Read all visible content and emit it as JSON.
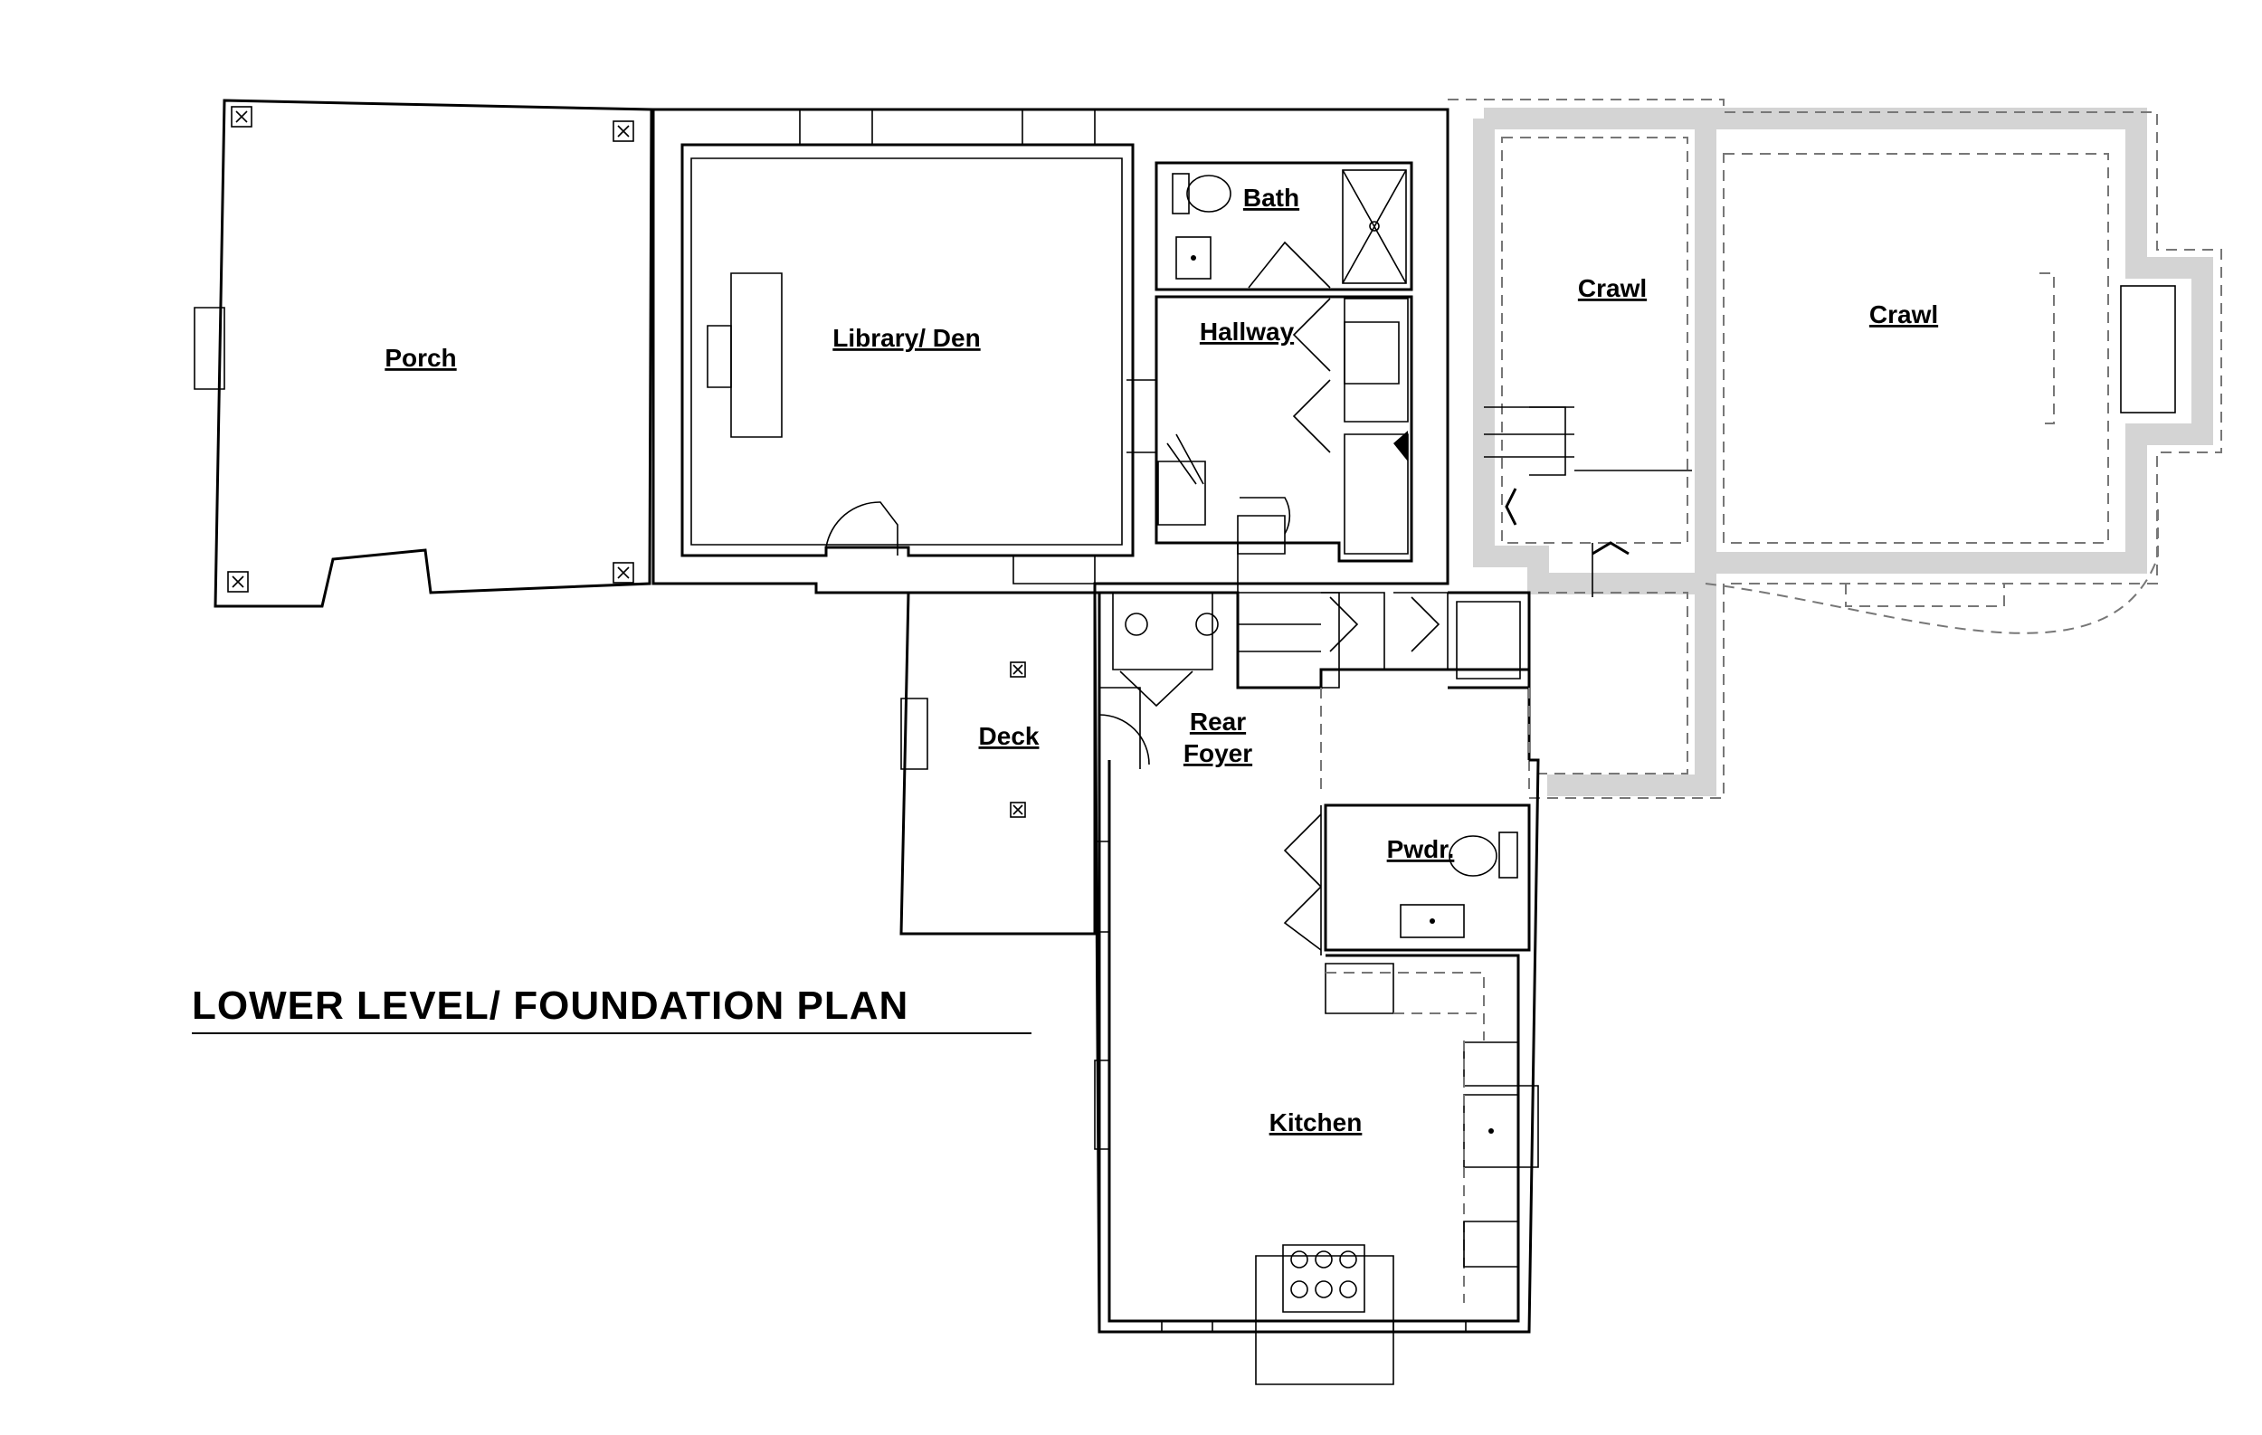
{
  "title": "LOWER LEVEL/ FOUNDATION PLAN",
  "rooms": {
    "porch": "Porch",
    "library": "Library/ Den",
    "bath": "Bath",
    "hallway": "Hallway",
    "crawl_left": "Crawl",
    "crawl_right": "Crawl",
    "deck": "Deck",
    "rear_foyer_line1": "Rear",
    "rear_foyer_line2": "Foyer",
    "powder": "Pwdr.",
    "kitchen": "Kitchen"
  }
}
